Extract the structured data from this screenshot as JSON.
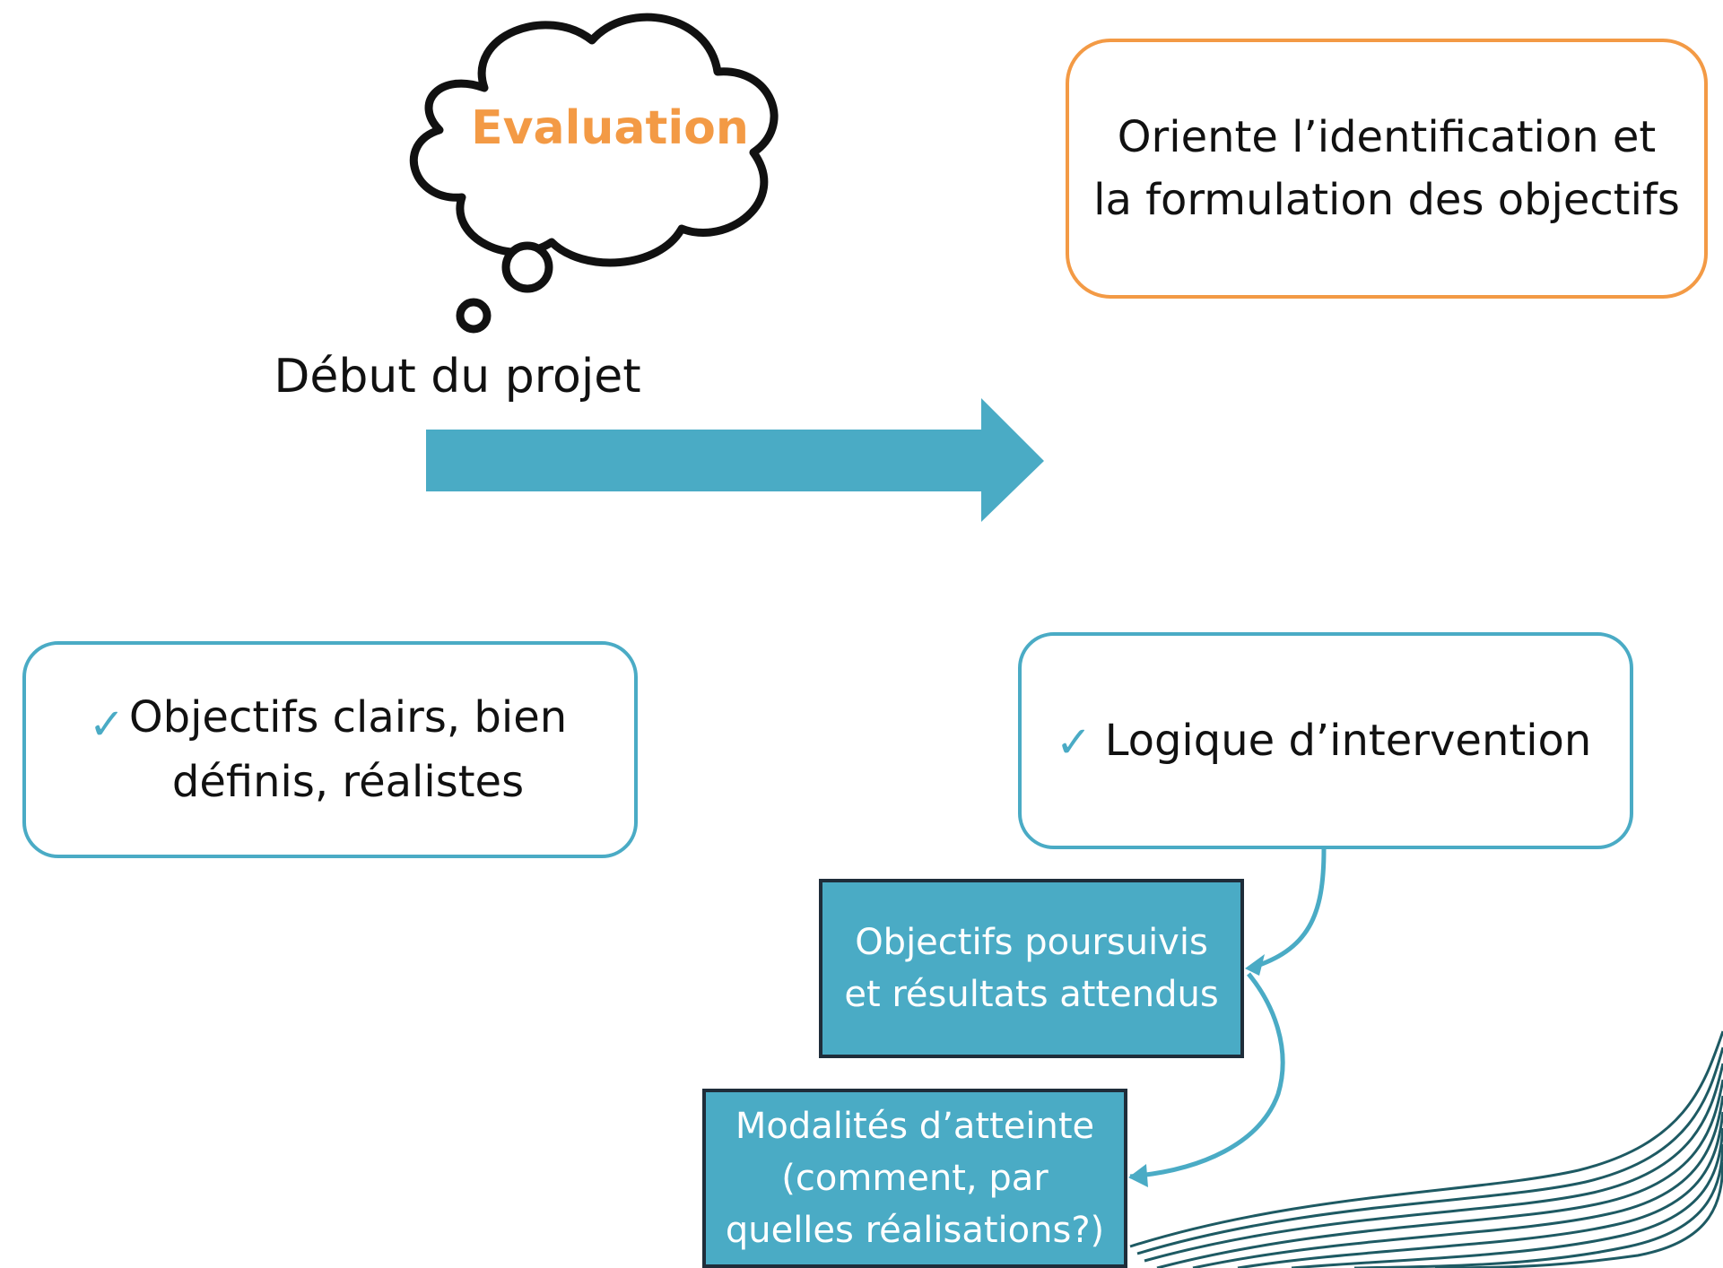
{
  "thought_bubble": {
    "label": "Evaluation"
  },
  "timeline": {
    "label": "Début du projet"
  },
  "top_right_box": {
    "text": "Oriente l’identification et\nla formulation des objectifs"
  },
  "left_box": {
    "check": "✓",
    "text": "Objectifs clairs, bien\ndéfinis, réalistes"
  },
  "right_box": {
    "check": "✓",
    "text": "Logique d’intervention"
  },
  "steps": [
    {
      "text": "Objectifs poursuivis\net résultats attendus"
    },
    {
      "text": "Modalités d’atteinte\n(comment, par\nquelles réalisations?)"
    }
  ],
  "colors": {
    "accent_orange": "#f39a45",
    "accent_blue": "#4aabc5",
    "dark_border": "#1f2d3a",
    "wave": "#1e5a63"
  }
}
